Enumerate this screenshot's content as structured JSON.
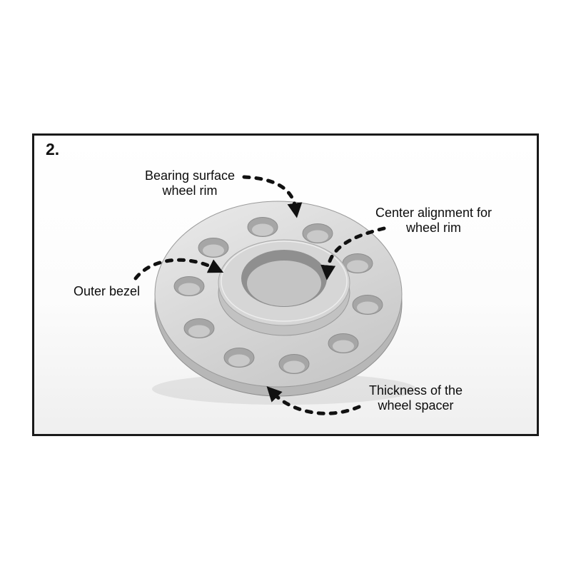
{
  "figure": {
    "step_number": "2.",
    "labels": {
      "bearing_surface": "Bearing surface\nwheel rim",
      "center_alignment": "Center alignment for\nwheel rim",
      "outer_bezel": "Outer bezel",
      "thickness": "Thickness of the\nwheel spacer"
    },
    "colors": {
      "frame": "#1a1a1a",
      "arrow": "#111111",
      "disc_face": "#d9d9d9",
      "disc_side": "#b7b7b7",
      "hub_face": "#d6d6d6",
      "hub_side": "#c2c2c2",
      "hole": "#a6a6a6",
      "hole_inner": "#c9c9c9",
      "bore_wall": "#8f8f8f",
      "bore_inner": "#c4c4c4"
    },
    "icons": {
      "arrowhead": "solid-triangle-arrowhead",
      "arrow_style": "dashed-curved-arrow"
    }
  }
}
